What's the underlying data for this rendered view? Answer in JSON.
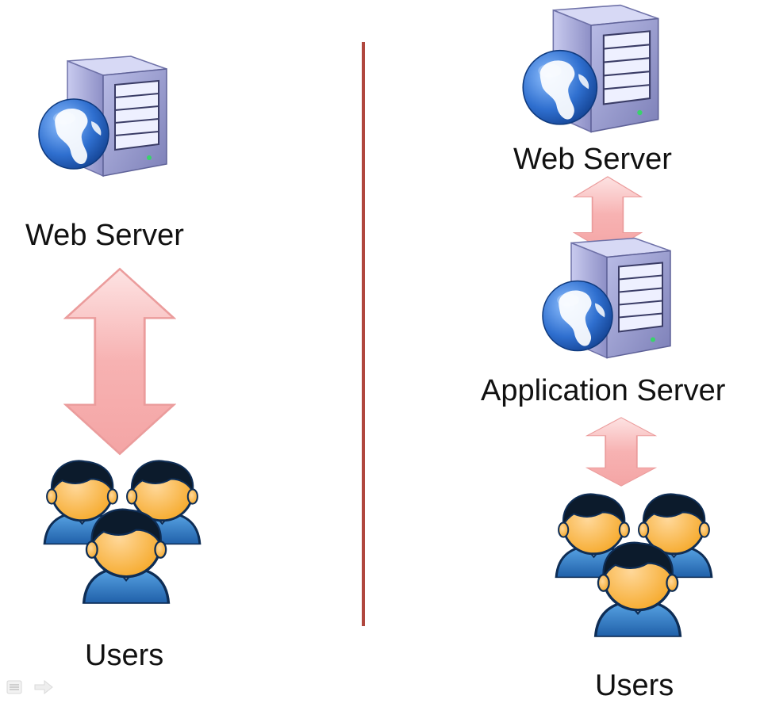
{
  "left": {
    "server_label": "Web Server",
    "users_label": "Users"
  },
  "right": {
    "web_server_label": "Web Server",
    "app_server_label": "Application Server",
    "users_label": "Users"
  },
  "colors": {
    "divider": "#b0473e",
    "arrow_fill": "#f6b8b8",
    "arrow_stroke": "#e99a9a",
    "globe": "#2f6fcf",
    "server_body": "#a7a9d8",
    "user_face": "#f9b84a",
    "user_shirt": "#2f7fc9"
  },
  "icons": [
    "web-server-icon",
    "users-icon",
    "double-arrow-icon",
    "menu-icon",
    "next-arrow-icon"
  ]
}
